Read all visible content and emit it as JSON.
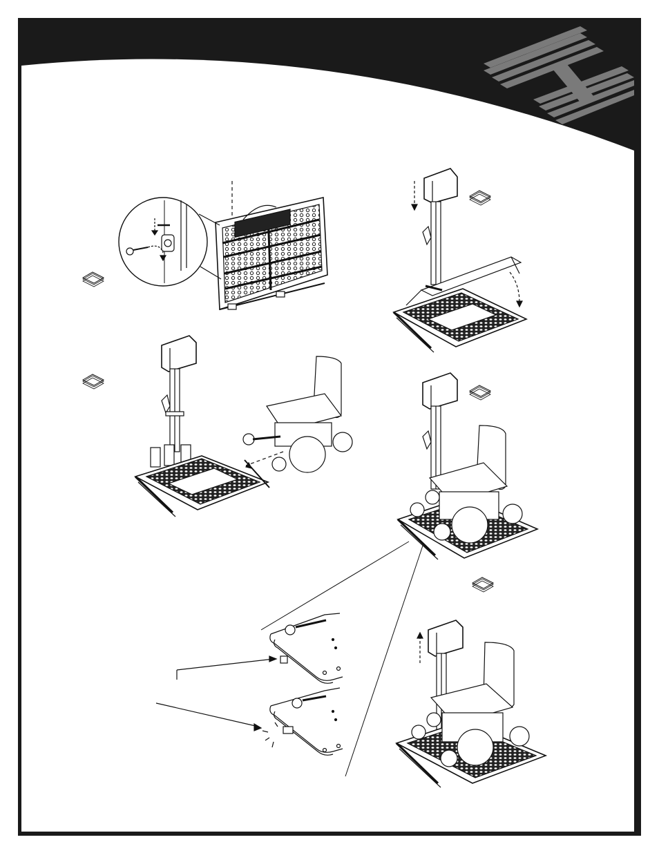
{
  "page": {
    "frame_color": "#1a1a1a",
    "background_color": "#ffffff",
    "logo_color": "#7a7a7a",
    "logo_icon": "stripe-logo-icon"
  },
  "illustrations": [
    {
      "name": "illustration-folded-lift-with-lock-detail"
    },
    {
      "name": "illustration-unfold-platform"
    },
    {
      "name": "illustration-scooter-approaching-platform"
    },
    {
      "name": "illustration-scooter-on-platform"
    },
    {
      "name": "illustration-lock-pin-detail"
    },
    {
      "name": "illustration-lift-raised-with-scooter"
    }
  ],
  "step_markers": [
    {
      "name": "step-marker-1",
      "icon": "stacked-sheets-icon"
    },
    {
      "name": "step-marker-2",
      "icon": "stacked-sheets-icon"
    },
    {
      "name": "step-marker-3",
      "icon": "stacked-sheets-icon"
    },
    {
      "name": "step-marker-4",
      "icon": "stacked-sheets-icon"
    },
    {
      "name": "step-marker-5",
      "icon": "stacked-sheets-icon"
    }
  ]
}
